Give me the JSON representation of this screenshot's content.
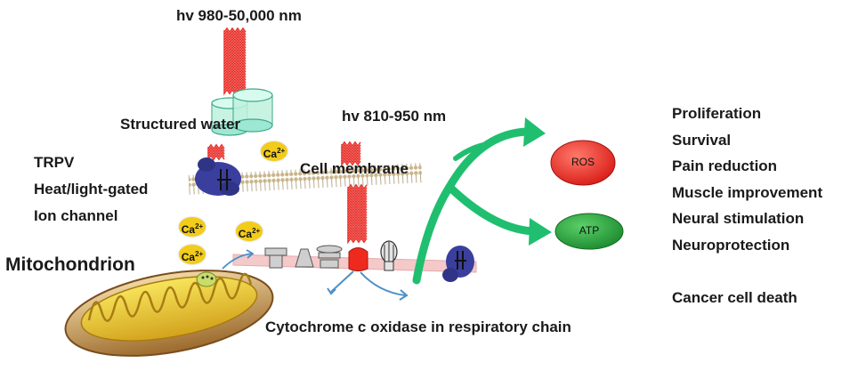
{
  "light": {
    "top_label": "hv 980-50,000 nm",
    "mid_label": "hv 810-950 nm"
  },
  "labels": {
    "structured_water": "Structured water",
    "trpv": [
      "TRPV",
      "Heat/light-gated",
      "Ion channel"
    ],
    "cell_membrane": "Cell membrane",
    "mitochondrion": "Mitochondrion",
    "cytochrome": "Cytochrome c oxidase in respiratory chain"
  },
  "ions": {
    "text": "Ca",
    "charge": "2+"
  },
  "outputs": {
    "ros": "ROS",
    "atp": "ATP"
  },
  "effects": [
    "Proliferation",
    "Survival",
    "Pain reduction",
    "Muscle improvement",
    "Neural stimulation",
    "Neuroprotection",
    "",
    "Cancer cell death"
  ],
  "colors": {
    "wave": "#e8302a",
    "arrow": "#1fbf6f",
    "ros": "#e52421",
    "atp": "#1f9a37",
    "channel": "#3a3f9e",
    "calcium": "#f2cc1a",
    "water": "#9de8d2",
    "mitochondrion": "#c79a52"
  }
}
